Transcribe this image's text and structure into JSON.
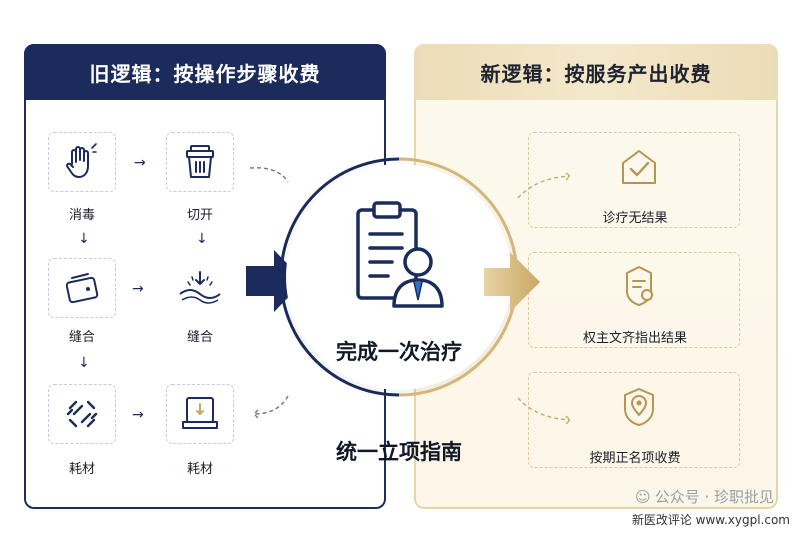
{
  "left_panel": {
    "title": "旧逻辑：按操作步骤收费",
    "steps": [
      {
        "label": "消毒",
        "icon": "hand-icon"
      },
      {
        "label": "切开",
        "icon": "container-icon"
      },
      {
        "label": "缝合",
        "icon": "wallet-icon"
      },
      {
        "label": "缝合",
        "icon": "suture-icon"
      },
      {
        "label": "耗材",
        "icon": "bandage-icon"
      },
      {
        "label": "耗材",
        "icon": "box-icon"
      }
    ]
  },
  "center": {
    "label_primary": "完成一次治疗",
    "label_secondary": "统一立项指南",
    "icon": "clipboard-doctor-icon"
  },
  "right_panel": {
    "title": "新逻辑：按服务产出收费",
    "results": [
      {
        "label": "诊疗无结果",
        "icon": "house-check-icon"
      },
      {
        "label": "权主文齐指出结果",
        "icon": "document-check-icon"
      },
      {
        "label": "按期正名项收费",
        "icon": "location-shield-icon"
      }
    ]
  },
  "watermark": {
    "account": "公众号 · 珍职批见",
    "site": "新医改评论 www.xygpl.com"
  },
  "colors": {
    "navy": "#1a2b5c",
    "gold": "#d4b67a",
    "gold_light": "#fbf6e7"
  }
}
